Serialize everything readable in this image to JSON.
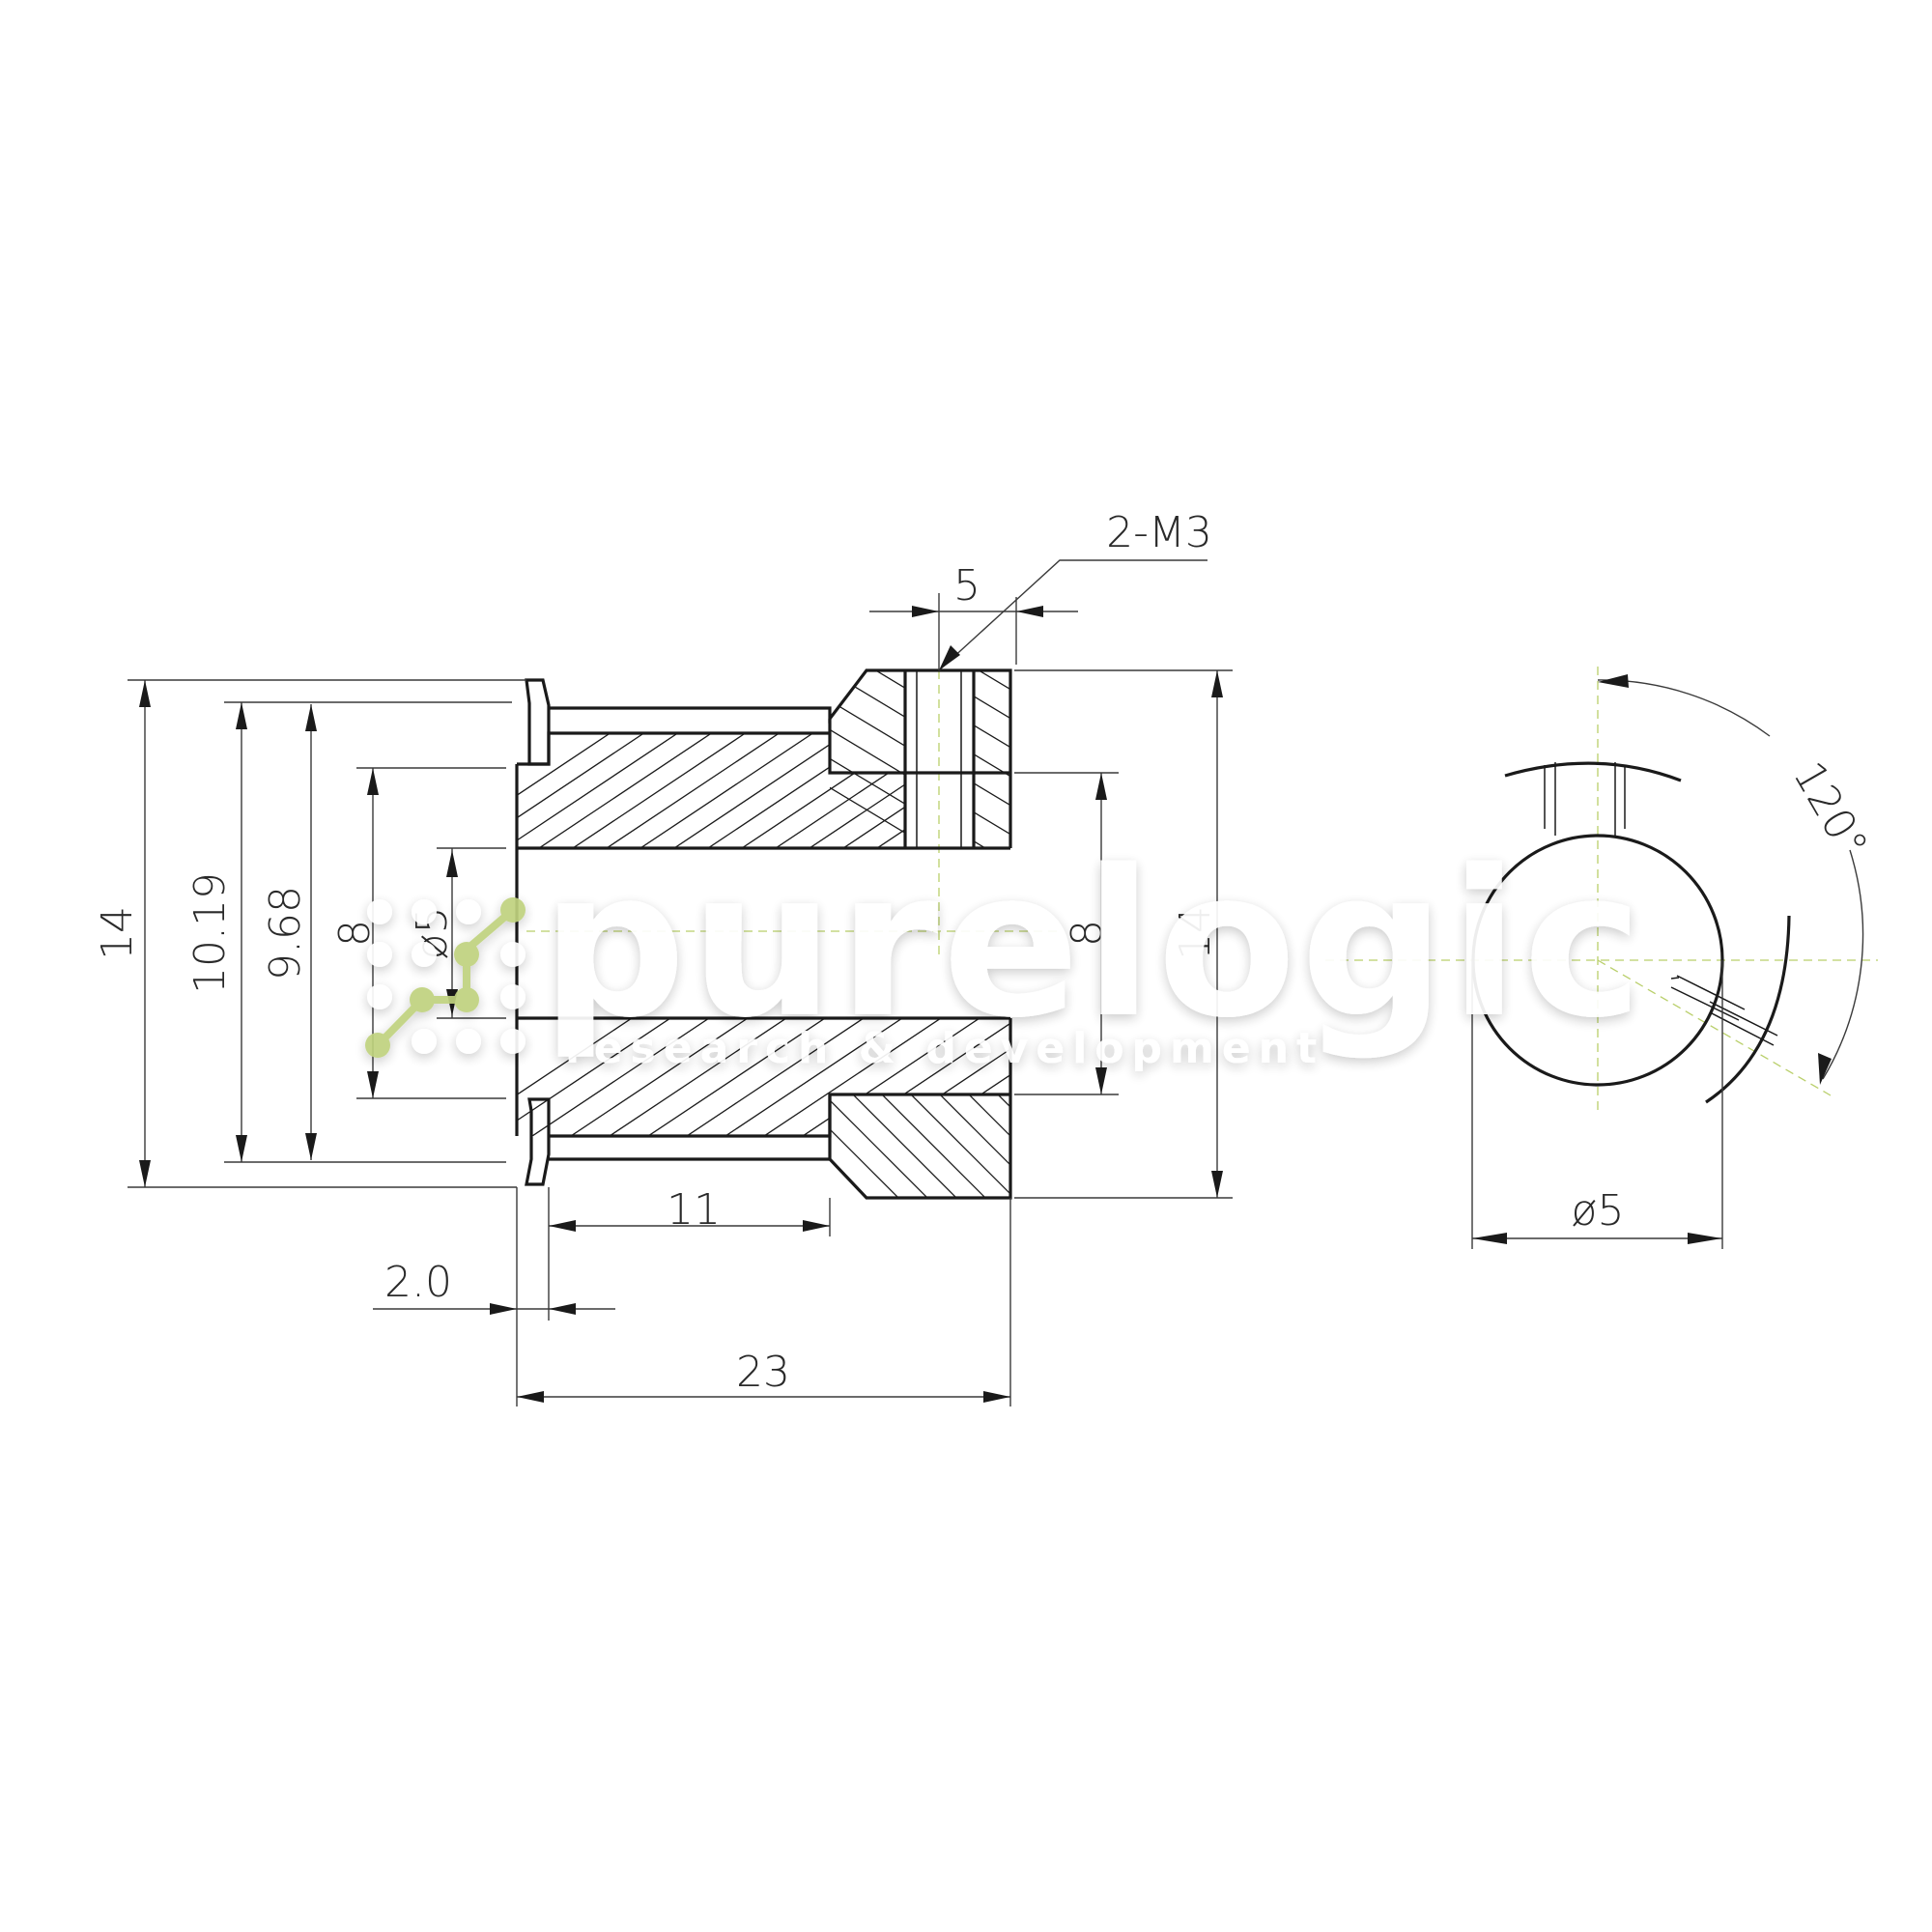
{
  "drawing": {
    "type": "technical-drawing",
    "subject": "timing pulley / shaft coupling section view",
    "colors": {
      "line": "#1a1a1a",
      "centerline": "#b9cf6a",
      "logo_accent": "#bfd27e",
      "background": "#ffffff"
    }
  },
  "dimensions": {
    "left_overall": "14",
    "flange_dia": "10.19",
    "pitch_dia": "9.68",
    "body_dia": "8",
    "bore_dia": "ø5",
    "hub_dia": "8",
    "hub_overall": "14",
    "screw_spec": "2-M3",
    "screw_offset": "5",
    "hub_start": "11",
    "flange_width": "2.0",
    "total_length": "23",
    "angle": "120°",
    "end_view_bore": "ø5"
  },
  "watermark": {
    "brand": "purelogic",
    "tagline": "research & development"
  }
}
